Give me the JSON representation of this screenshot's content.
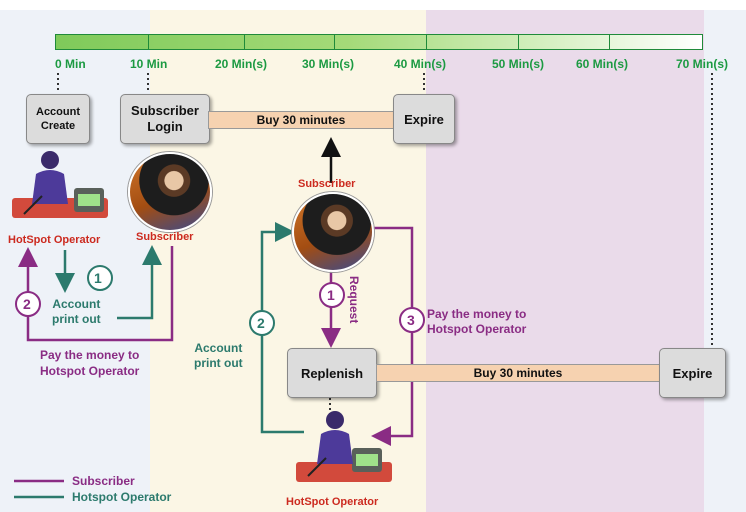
{
  "timeline": {
    "ticks": [
      "0 Min",
      "10 Min",
      "20 Min(s)",
      "30 Min(s)",
      "40 Min(s)",
      "50 Min(s)",
      "60 Min(s)",
      "70 Min(s)"
    ]
  },
  "boxes": {
    "account_create": "Account\nCreate",
    "subscriber_login": "Subscriber\nLogin",
    "expire_top": "Expire",
    "replenish": "Replenish",
    "expire_bottom": "Expire"
  },
  "bands": {
    "top": "Buy 30 minutes",
    "bottom": "Buy 30 minutes"
  },
  "labels": {
    "hotspot_operator_left": "HotSpot Operator",
    "subscriber_left": "Subscriber",
    "subscriber_center": "Subscriber",
    "hotspot_operator_bottom": "HotSpot Operator",
    "account_printout_left": "Account\nprint out",
    "pay_money_left": "Pay the money to\nHotspot Operator",
    "account_printout_center": "Account\nprint out",
    "request": "Request",
    "pay_money_right": "Pay the money to\nHotspot Operator"
  },
  "step_numbers": {
    "left_1": "1",
    "left_2": "2",
    "center_1": "1",
    "center_2": "2",
    "center_3": "3"
  },
  "legend": {
    "subscriber": "Subscriber",
    "operator": "Hotspot Operator"
  },
  "colors": {
    "subscriber_line": "#8a2c84",
    "operator_line": "#2c7a6d",
    "timeline_green": "#1c9a42",
    "label_red": "#cc2a1f"
  }
}
